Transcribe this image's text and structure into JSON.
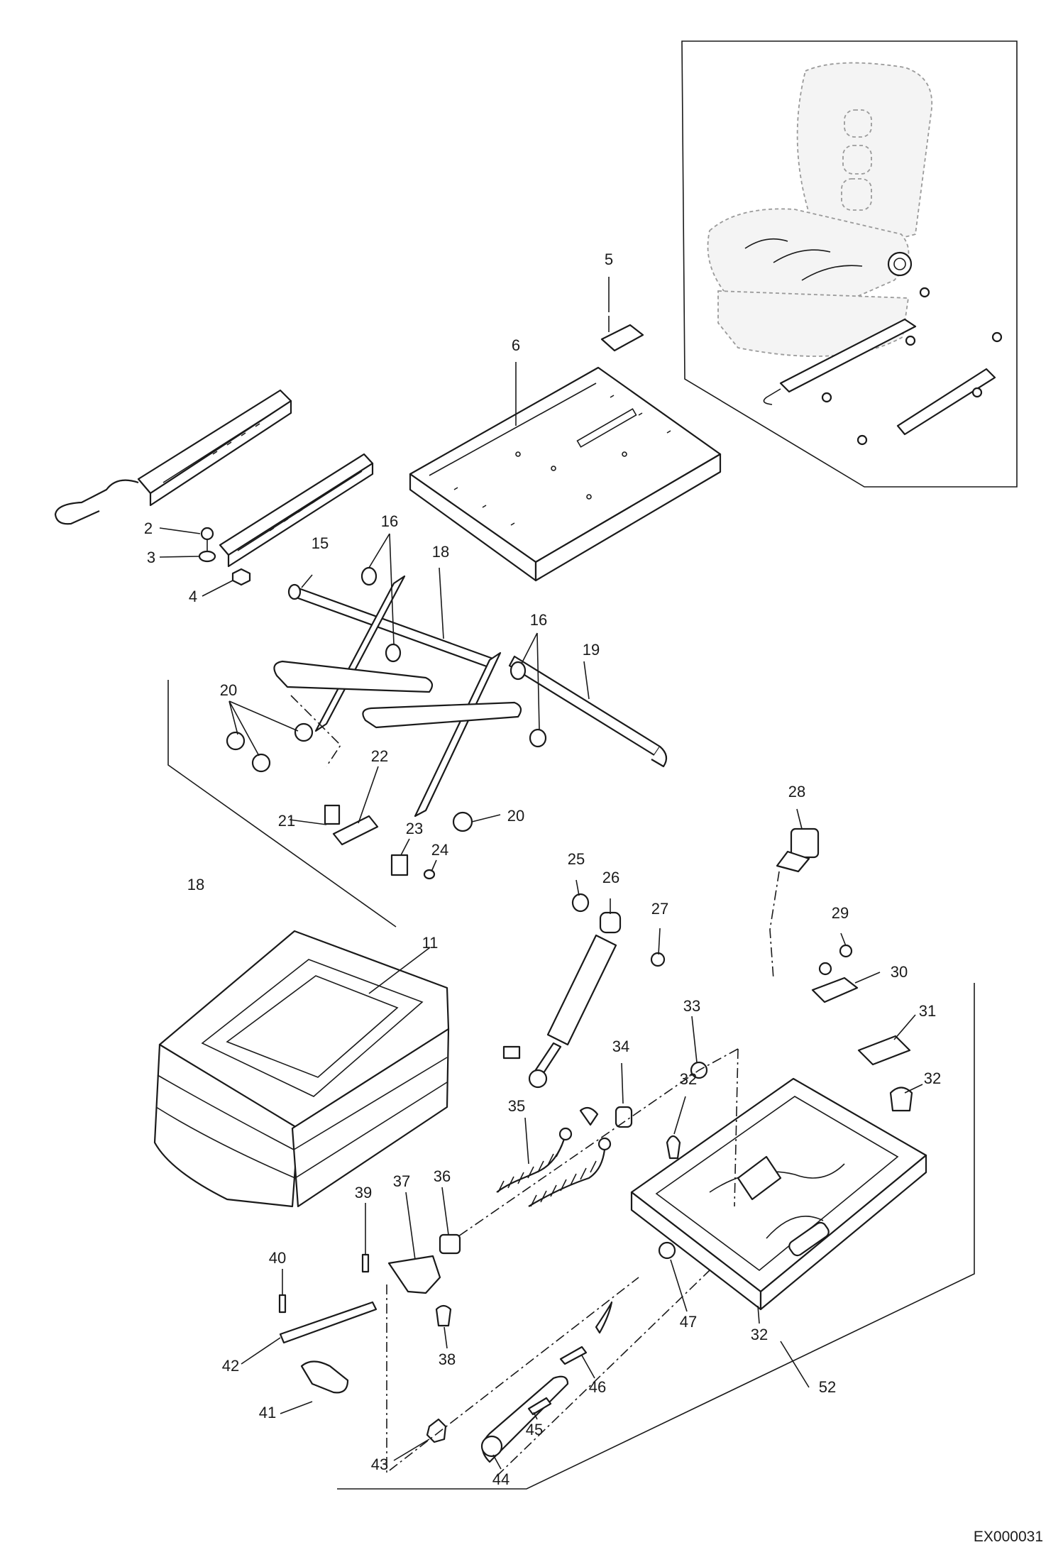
{
  "drawing_code": "EX000031",
  "callouts": {
    "c2": "2",
    "c3": "3",
    "c4": "4",
    "c5": "5",
    "c6": "6",
    "c11": "11",
    "c15": "15",
    "c16a": "16",
    "c16b": "16",
    "c18a": "18",
    "c18b": "18",
    "c19": "19",
    "c20a": "20",
    "c20b": "20",
    "c21": "21",
    "c22": "22",
    "c23": "23",
    "c24": "24",
    "c25": "25",
    "c26": "26",
    "c27": "27",
    "c28": "28",
    "c29": "29",
    "c30": "30",
    "c31": "31",
    "c32a": "32",
    "c32b": "32",
    "c32c": "32",
    "c33": "33",
    "c34": "34",
    "c35": "35",
    "c36": "36",
    "c37": "37",
    "c38": "38",
    "c39": "39",
    "c40": "40",
    "c41": "41",
    "c42": "42",
    "c43": "43",
    "c44": "44",
    "c45": "45",
    "c46": "46",
    "c47": "47",
    "c52": "52"
  }
}
